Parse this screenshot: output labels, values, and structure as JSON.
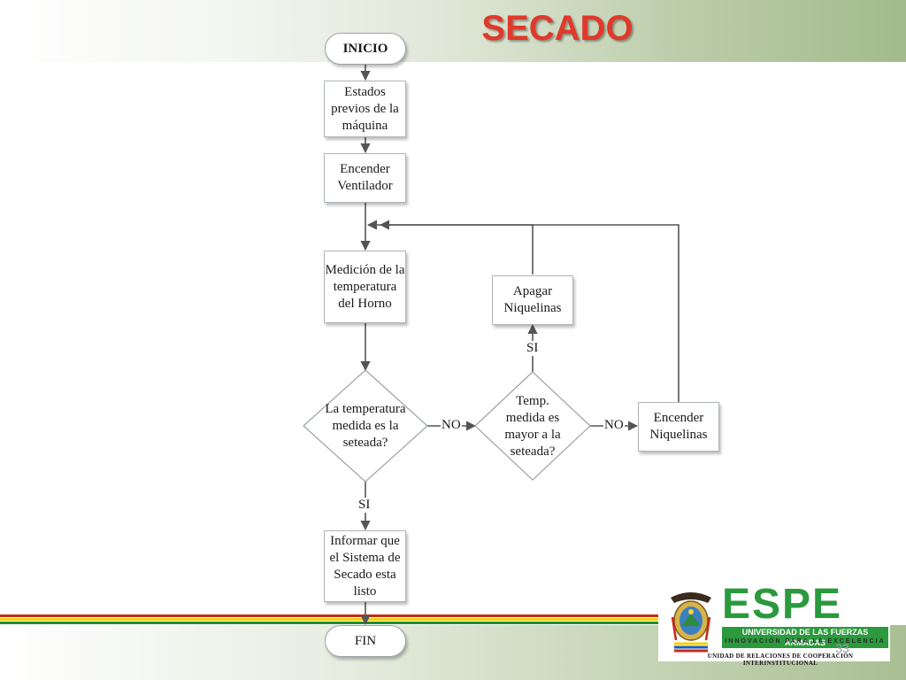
{
  "slide": {
    "title": "SECADO",
    "page_number": "33",
    "colors": {
      "title": "#e0392b",
      "accent_green": "#2a9a3c",
      "stripe_red": "#c8281d",
      "stripe_yellow": "#f2d200"
    }
  },
  "flowchart": {
    "start": "INICIO",
    "steps": {
      "estados": "Estados previos de la máquina",
      "encender_ventilador": "Encender Ventilador",
      "medicion": "Medición de la temperatura del Horno",
      "apagar": "Apagar Niquelinas",
      "encender_niquelinas": "Encender Niquelinas",
      "informar": "Informar que el Sistema de Secado esta listo"
    },
    "decisions": {
      "d1": "La temperatura medida es la seteada?",
      "d2": "Temp. medida es mayor a la seteada?"
    },
    "branch_labels": {
      "d1_no": "NO",
      "d1_si": "SI",
      "d2_no": "NO",
      "d2_si": "SI"
    },
    "end": "FIN"
  },
  "logo": {
    "name": "ESPE",
    "subtitle": "UNIVERSIDAD DE LAS FUERZAS ARMADAS",
    "tagline": "INNOVACIÓN PARA LA EXCELENCIA",
    "unit": "UNIDAD DE RELACIONES DE COOPERACIÓN INTERINSTITUCIONAL"
  }
}
